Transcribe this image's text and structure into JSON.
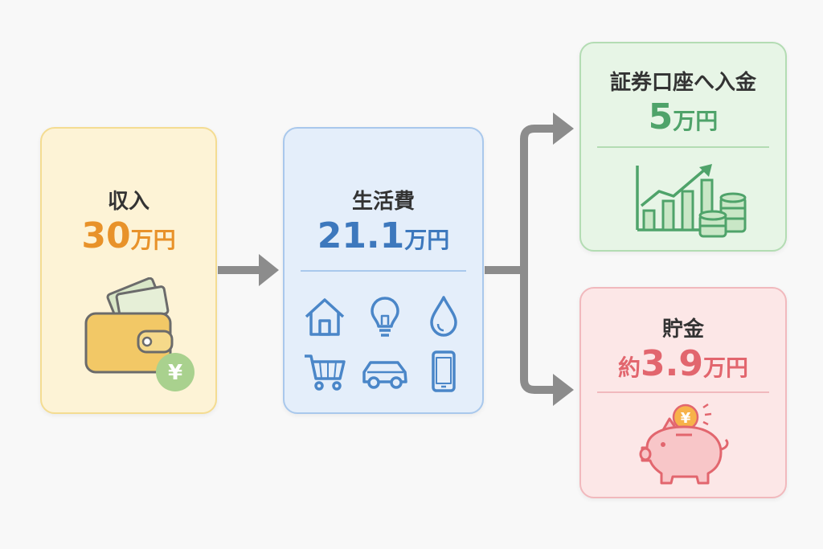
{
  "colors": {
    "income_accent": "#e8922a",
    "living_accent": "#3d78bd",
    "invest_accent": "#4fa36a",
    "saving_accent": "#e2666e",
    "arrow": "#8c8c8c"
  },
  "income": {
    "title": "収入",
    "amount": "30",
    "unit": "万円",
    "icons": [
      "wallet-icon",
      "yen-coin-icon"
    ]
  },
  "living": {
    "title": "生活費",
    "amount": "21.1",
    "unit": "万円",
    "icons": [
      "house-icon",
      "light-bulb-icon",
      "water-drop-icon",
      "shopping-cart-icon",
      "car-icon",
      "smartphone-icon"
    ]
  },
  "invest": {
    "title": "証券口座へ入金",
    "amount": "5",
    "unit": "万円",
    "icons": [
      "growth-chart-icon",
      "coin-stack-icon"
    ]
  },
  "saving": {
    "title": "貯金",
    "prefix": "約",
    "amount": "3.9",
    "unit": "万円",
    "icons": [
      "piggy-bank-icon",
      "yen-coin-icon"
    ]
  }
}
